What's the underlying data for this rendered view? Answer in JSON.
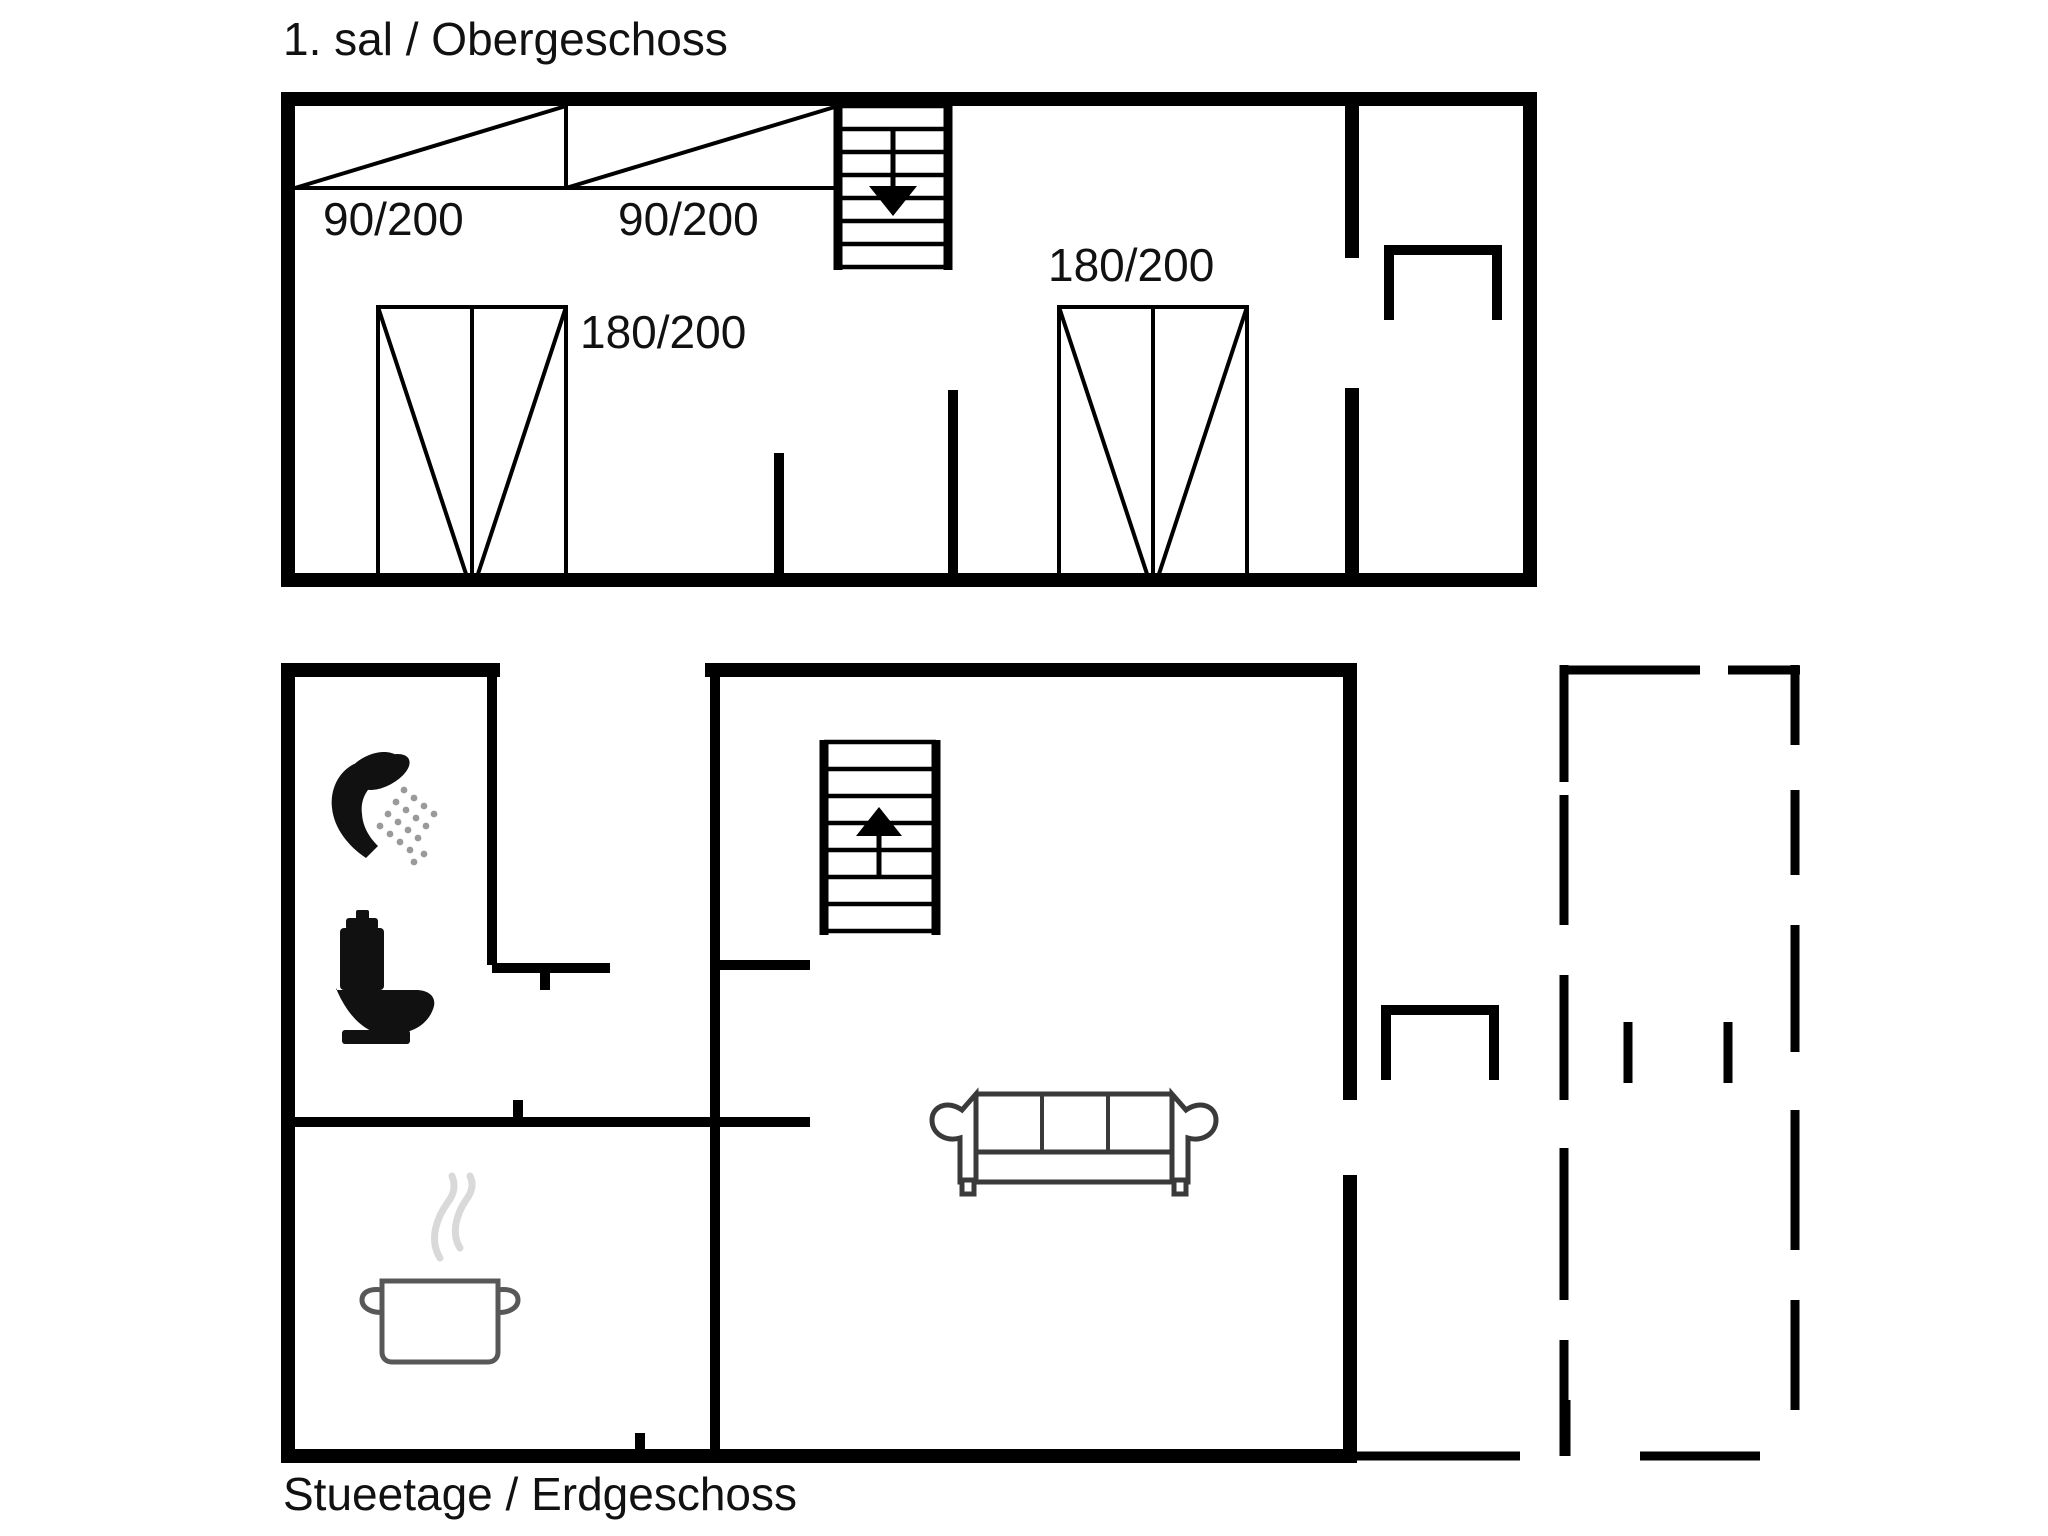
{
  "document": {
    "type": "architectural-floor-plan",
    "language": "Danish / German",
    "background_color": "#ffffff",
    "line_color": "#000000"
  },
  "floors": [
    {
      "id": "upper",
      "label": "1. sal / Obergeschoss",
      "label_position": "above-plan",
      "rooms": [
        {
          "name": "bedroom-left",
          "beds": [
            {
              "label": "90/200",
              "type": "single-bed"
            },
            {
              "label": "90/200",
              "type": "single-bed"
            }
          ]
        },
        {
          "name": "bedroom-double-left",
          "beds": [
            {
              "label": "180/200",
              "type": "double-bed"
            }
          ]
        },
        {
          "name": "bedroom-double-right",
          "beds": [
            {
              "label": "180/200",
              "type": "double-bed"
            }
          ]
        }
      ],
      "stairs": {
        "direction": "down",
        "arrow": "down-arrow",
        "treads": 7
      },
      "bed_labels": [
        "90/200",
        "90/200",
        "180/200",
        "180/200"
      ]
    },
    {
      "id": "ground",
      "label": "Stueetage / Erdgeschoss",
      "label_position": "below-plan",
      "rooms": [
        {
          "name": "bathroom",
          "fixtures": [
            "shower",
            "toilet"
          ]
        },
        {
          "name": "kitchen",
          "fixtures": [
            "cooking-pot"
          ]
        },
        {
          "name": "living-room",
          "fixtures": [
            "sofa"
          ]
        },
        {
          "name": "terrace",
          "outline": "dashed"
        }
      ],
      "stairs": {
        "direction": "up",
        "arrow": "up-arrow",
        "treads": 7
      }
    }
  ],
  "icons": {
    "shower": "shower-icon",
    "toilet": "toilet-icon",
    "pot": "cooking-pot-icon",
    "sofa": "sofa-icon",
    "stairs_up": "stairs-up-arrow-icon",
    "stairs_down": "stairs-down-arrow-icon"
  },
  "dimensions": {
    "single_bed": "90/200",
    "double_bed": "180/200"
  }
}
